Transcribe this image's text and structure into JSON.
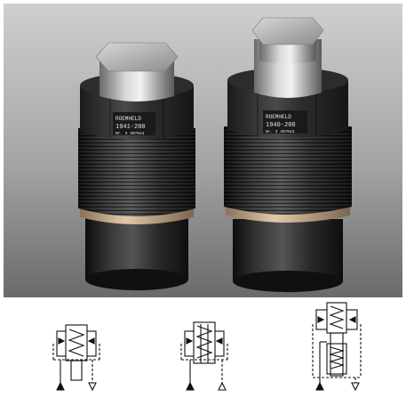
{
  "photo": {
    "left_product": {
      "brand": "ROEMHELD",
      "model": "1941-200",
      "serial": "Nr. 3 307044"
    },
    "right_product": {
      "brand": "ROEMHELD",
      "model": "1940-200",
      "serial": "Nr. 3 307043"
    }
  },
  "symbols": [
    {
      "name": "single-spring-cylinder-symbol"
    },
    {
      "name": "double-ported-spring-cylinder-symbol"
    },
    {
      "name": "tall-two-stage-cylinder-symbol"
    }
  ],
  "colors": {
    "background_top": "#c9c9c9",
    "background_bottom": "#6e6e6e",
    "metal_dark": "#1a1a1a",
    "metal_light": "#bdbdbd",
    "copper_ring": "#c9aa87"
  }
}
